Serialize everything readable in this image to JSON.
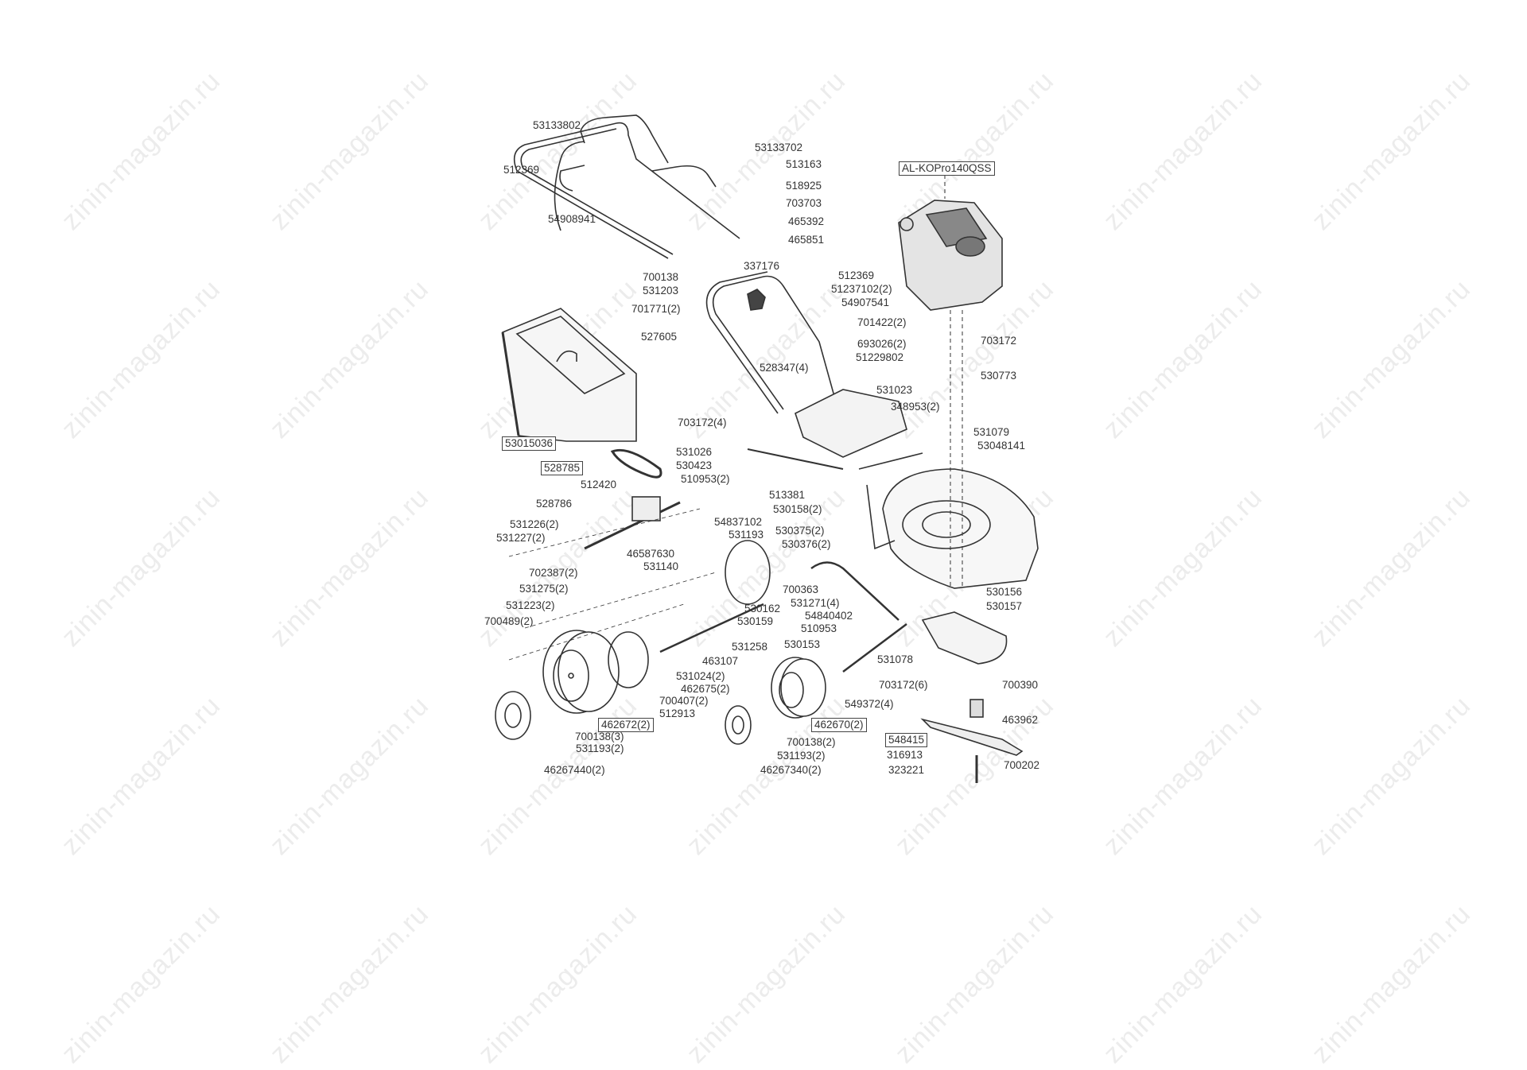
{
  "watermark": "zinin-magazin.ru",
  "engine_label": "AL-KOPro140QSS",
  "parts": [
    "53133802",
    "512369",
    "54908941",
    "53133702",
    "513163",
    "518925",
    "703703",
    "465392",
    "465851",
    "337176",
    "700138",
    "531203",
    "701771(2)",
    "512369",
    "51237102(2)",
    "54907541",
    "701422(2)",
    "527605",
    "693026(2)",
    "51229802",
    "703172",
    "528347(4)",
    "530773",
    "531023",
    "348953(2)",
    "703172(4)",
    "53015036",
    "531079",
    "53048141",
    "531026",
    "530423",
    "528785",
    "510953(2)",
    "512420",
    "513381",
    "528786",
    "530158(2)",
    "531226(2)",
    "54837102",
    "531227(2)",
    "531193",
    "530375(2)",
    "530376(2)",
    "46587630",
    "531140",
    "702387(2)",
    "531275(2)",
    "700363",
    "530156",
    "531271(4)",
    "530162",
    "531223(2)",
    "530157",
    "54840402",
    "530159",
    "700489(2)",
    "510953",
    "530153",
    "531258",
    "531078",
    "463107",
    "531024(2)",
    "703172(6)",
    "700390",
    "462675(2)",
    "549372(4)",
    "700407(2)",
    "512913",
    "463962",
    "462672(2)",
    "462670(2)",
    "548415",
    "700138(3)",
    "700138(2)",
    "531193(2)",
    "316913",
    "531193(2)",
    "700202",
    "323221",
    "46267440(2)",
    "46267340(2)"
  ]
}
